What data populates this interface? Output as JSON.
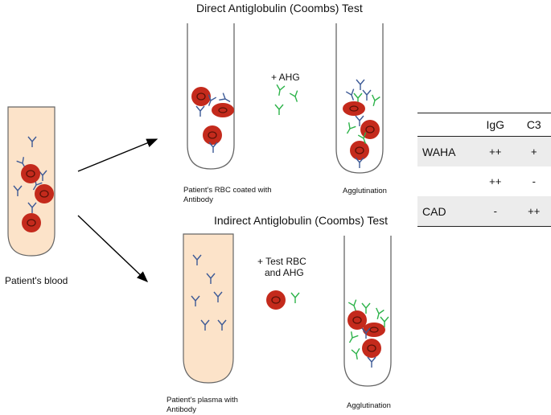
{
  "titles": {
    "direct": "Direct Antiglobulin (Coombs) Test",
    "indirect": "Indirect Antiglobulin (Coombs) Test"
  },
  "labels": {
    "patient_blood": "Patient's blood",
    "rbc_coated": "Patient's RBC coated with Antibody",
    "plus_ahg": "+ AHG",
    "agglutination_direct": "Agglutination",
    "plus_test_rbc_line1": "+ Test RBC",
    "plus_test_rbc_line2": "and AHG",
    "patient_plasma": "Patient's plasma with Antibody",
    "agglutination_indirect": "Agglutination"
  },
  "table": {
    "headers": [
      "",
      "IgG",
      "C3"
    ],
    "rows": [
      {
        "label": "WAHA",
        "igg": "++",
        "c3": "+",
        "shaded": true
      },
      {
        "label": "",
        "igg": "++",
        "c3": "-",
        "shaded": false
      },
      {
        "label": "CAD",
        "igg": "-",
        "c3": "++",
        "shaded": true
      }
    ]
  },
  "colors": {
    "tube_fill": "#fce3c9",
    "tube_stroke": "#555555",
    "rbc_fill": "#c42a1c",
    "rbc_ring": "#5a1208",
    "antibody": "#3d5a96",
    "ahg": "#2db34a",
    "row_shade": "#ececec"
  }
}
